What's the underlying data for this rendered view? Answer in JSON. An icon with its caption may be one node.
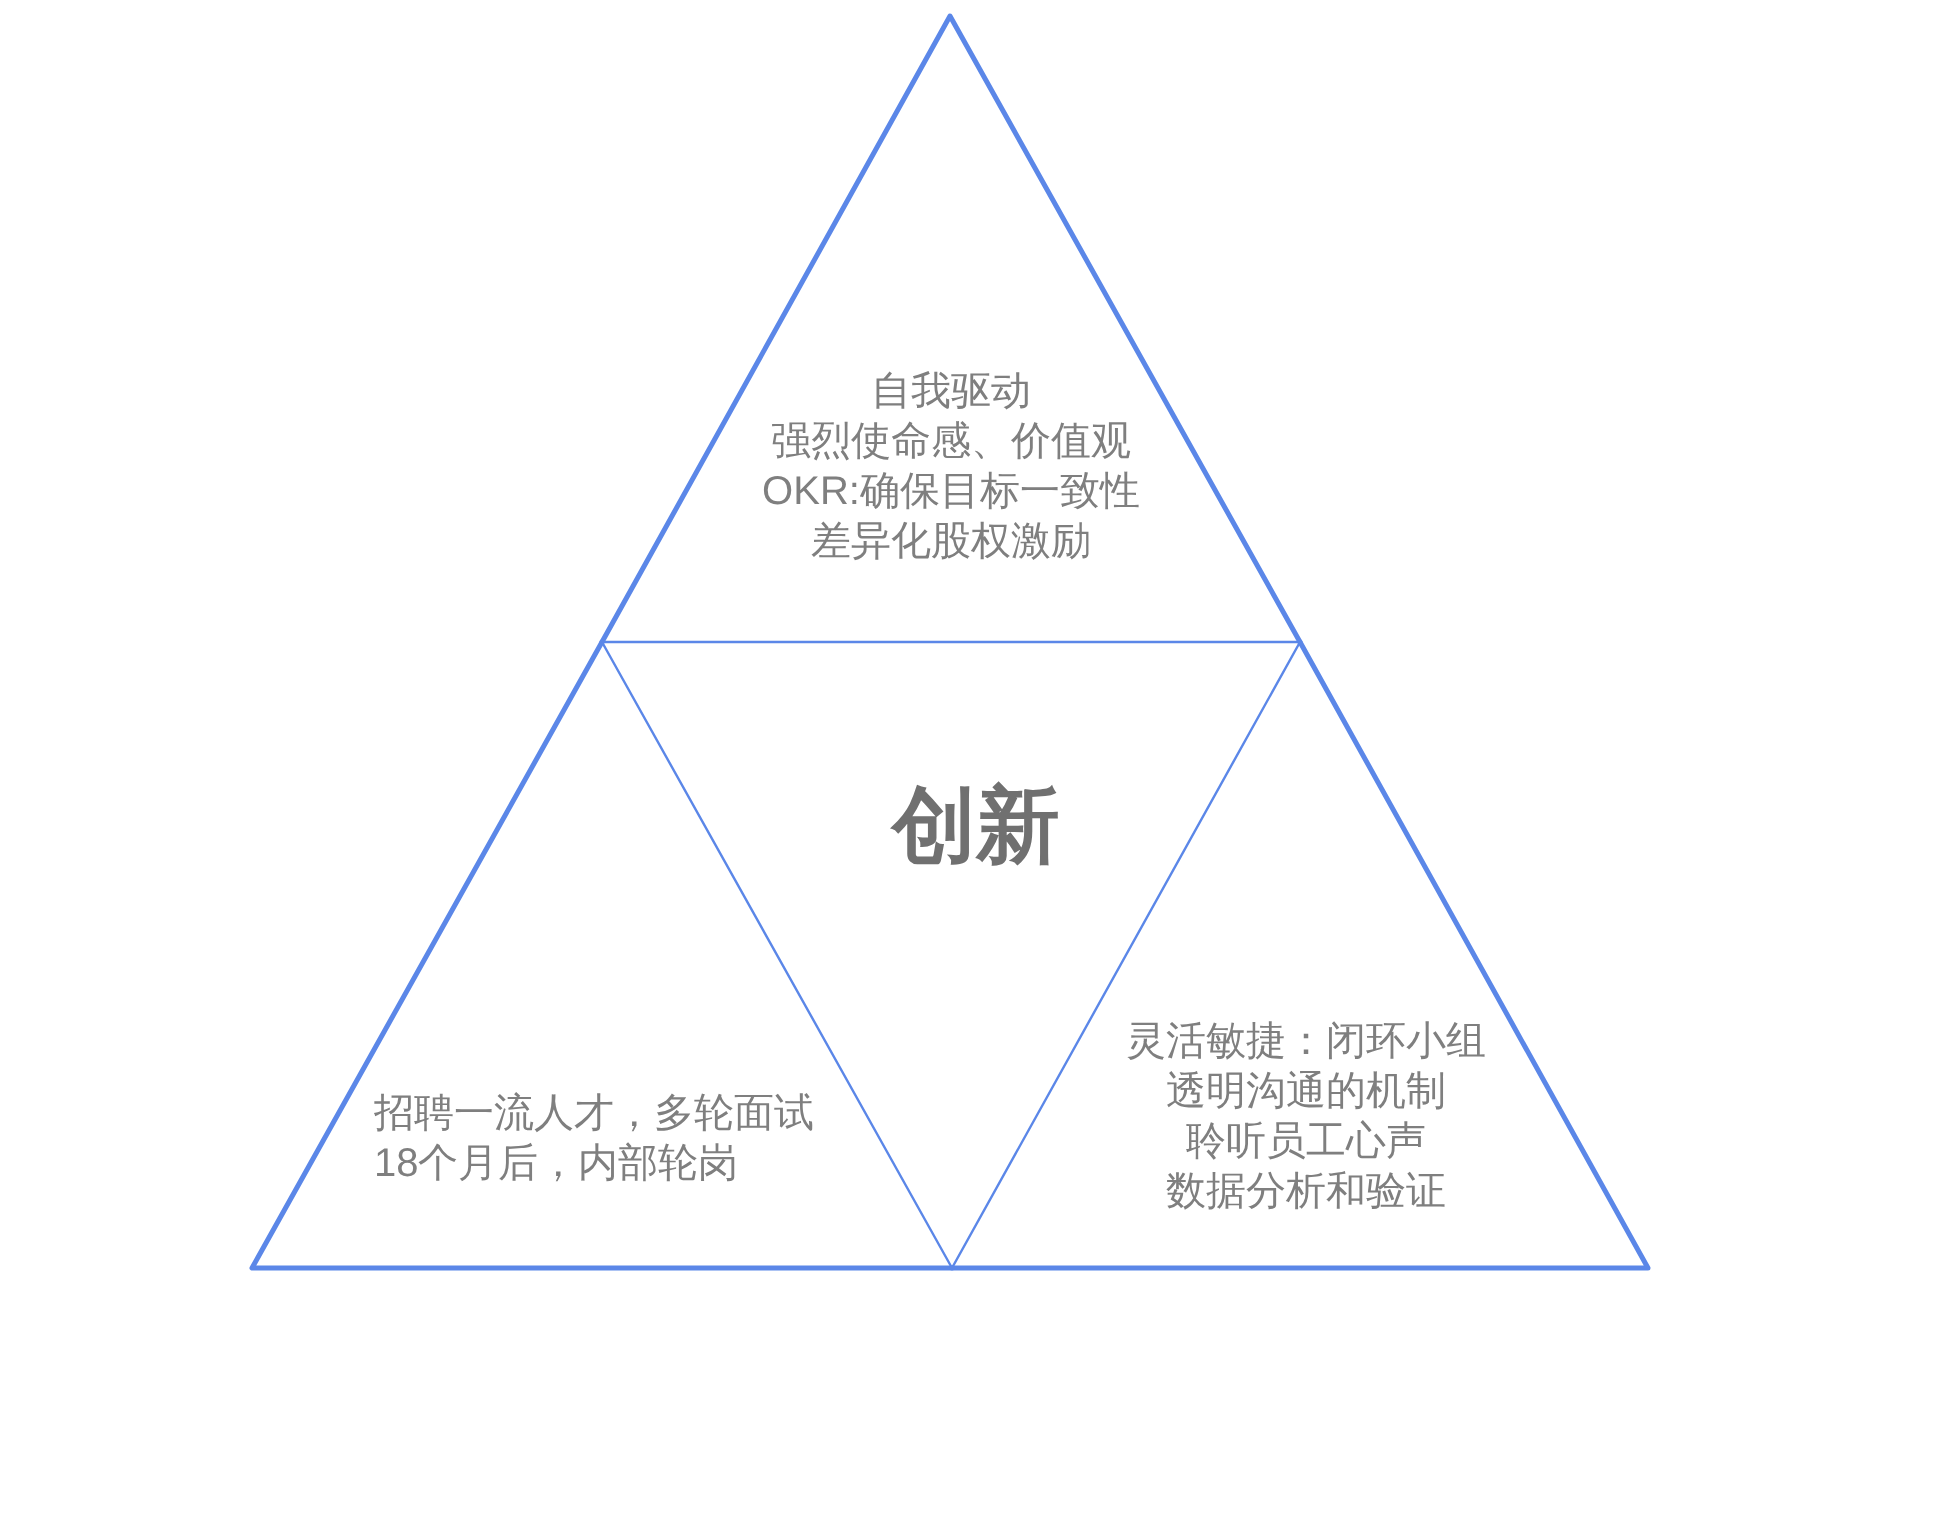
{
  "diagram": {
    "nodes": [
      {
        "text": [
          "自我驱动",
          "强烈使命感、价值观",
          "OKR:确保目标一致性",
          "差异化股权激励"
        ]
      },
      {
        "text": [
          "创新"
        ]
      },
      {
        "text": [
          "招聘一流人才，多轮面试",
          "18个月后，内部轮岗"
        ]
      },
      {
        "text": [
          "灵活敏捷：闭环小组",
          "透明沟通的机制",
          "聆听员工心声",
          "数据分析和验证"
        ]
      }
    ]
  }
}
